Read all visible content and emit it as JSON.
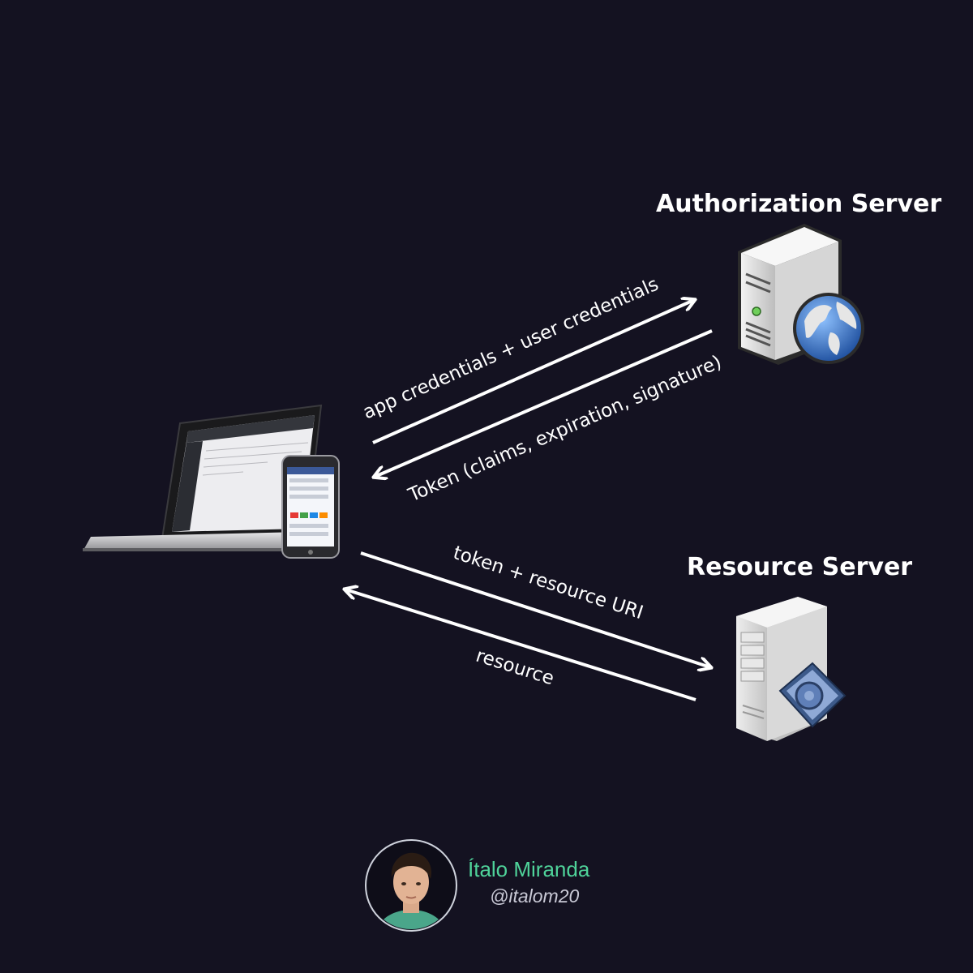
{
  "nodes": {
    "authorization_server": {
      "title": "Authorization Server"
    },
    "resource_server": {
      "title": "Resource Server"
    },
    "client": {
      "icon": "laptop-and-phone-icon"
    }
  },
  "edges": {
    "app_to_auth": {
      "label": "app credentials + user credentials"
    },
    "auth_to_app": {
      "label": "Token (claims, expiration, signature)"
    },
    "app_to_resource": {
      "label": "token + resource URI"
    },
    "resource_to_app": {
      "label": "resource"
    }
  },
  "author": {
    "name": "Ítalo Miranda",
    "handle": "@italom20"
  },
  "colors": {
    "background": "#141221",
    "arrow": "#ffffff",
    "author_name": "#4fd39a"
  }
}
